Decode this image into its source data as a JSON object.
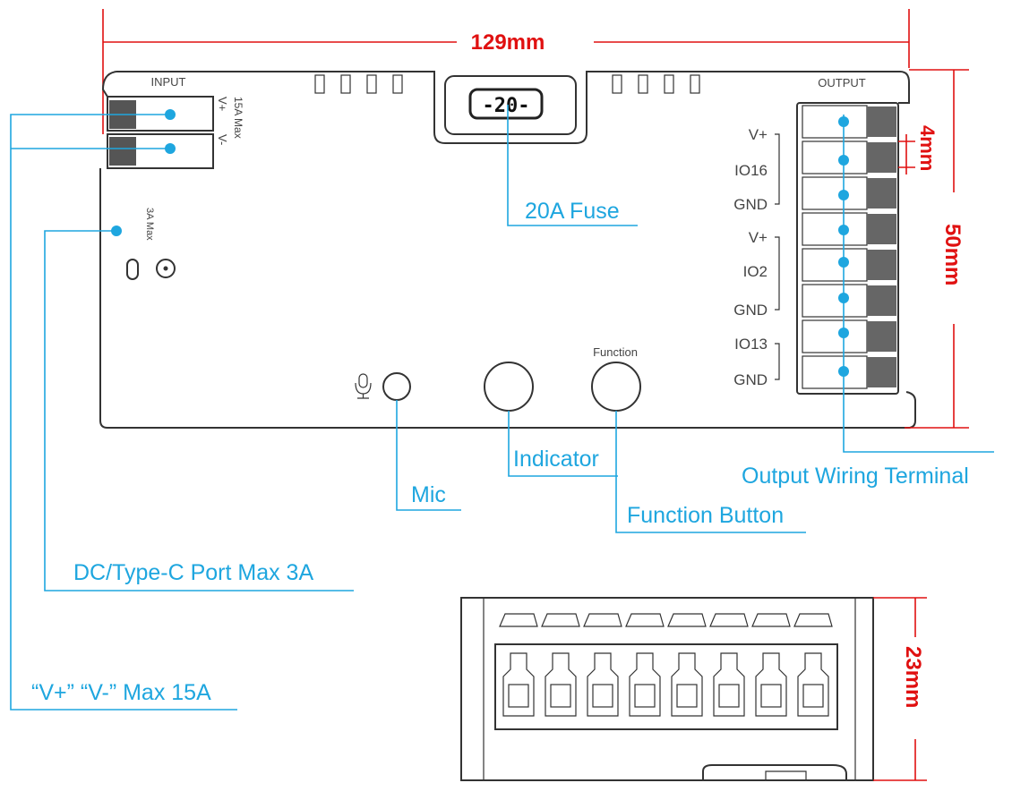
{
  "dimensions": {
    "width": "129mm",
    "height": "50mm",
    "pitch": "4mm",
    "depth": "23mm"
  },
  "board": {
    "input_label": "INPUT",
    "output_label": "OUTPUT",
    "input_pins": [
      "V+",
      "V-"
    ],
    "input_rating": "15A Max",
    "port_rating": "3A Max",
    "fuse_display": "-20-",
    "function_label": "Function",
    "output_pins": [
      "V+",
      "IO16",
      "GND",
      "V+",
      "IO2",
      "GND",
      "IO13",
      "GND"
    ]
  },
  "callouts": {
    "fuse": "20A Fuse",
    "indicator": "Indicator",
    "mic": "Mic",
    "function_button": "Function Button",
    "output_terminal": "Output Wiring Terminal",
    "dc_port": "DC/Type-C Port Max 3A",
    "input_power": "“V+” “V-” Max 15A"
  },
  "colors": {
    "callout": "#1ea6df",
    "dimension": "#e01010",
    "outline": "#333333"
  }
}
